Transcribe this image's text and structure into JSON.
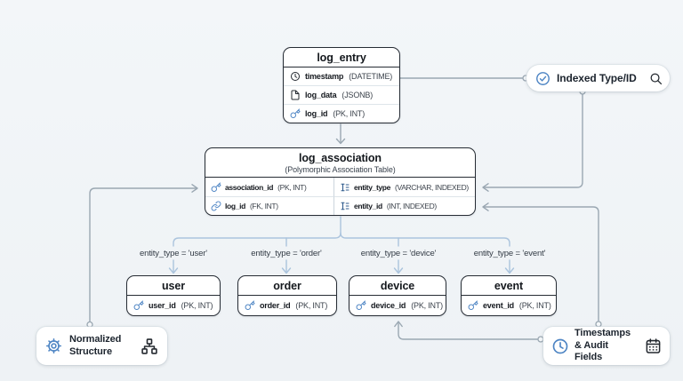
{
  "tables": {
    "log_entry": {
      "title": "log_entry",
      "fields": [
        {
          "icon": "clock-icon",
          "name": "timestamp",
          "type": "(DATETIME)"
        },
        {
          "icon": "file-icon",
          "name": "log_data",
          "type": "(JSONB)"
        },
        {
          "icon": "key-icon",
          "name": "log_id",
          "type": "(PK, INT)"
        }
      ]
    },
    "log_association": {
      "title": "log_association",
      "subtitle": "(Polymorphic Association Table)",
      "fields": [
        {
          "icon": "key-icon",
          "name": "association_id",
          "type": "(PK, INT)"
        },
        {
          "icon": "index-icon",
          "name": "entity_type",
          "type": "(VARCHAR, INDEXED)"
        },
        {
          "icon": "link-icon",
          "name": "log_id",
          "type": "(FK, INT)"
        },
        {
          "icon": "index-icon",
          "name": "entity_id",
          "type": "(INT, INDEXED)"
        }
      ]
    },
    "user": {
      "title": "user",
      "fields": [
        {
          "icon": "key-icon",
          "name": "user_id",
          "type": "(PK, INT)"
        }
      ]
    },
    "order": {
      "title": "order",
      "fields": [
        {
          "icon": "key-icon",
          "name": "order_id",
          "type": "(PK, INT)"
        }
      ]
    },
    "device": {
      "title": "device",
      "fields": [
        {
          "icon": "key-icon",
          "name": "device_id",
          "type": "(PK, INT)"
        }
      ]
    },
    "event": {
      "title": "event",
      "fields": [
        {
          "icon": "key-icon",
          "name": "event_id",
          "type": "(PK, INT)"
        }
      ]
    }
  },
  "edge_labels": {
    "user": "entity_type = 'user'",
    "order": "entity_type = 'order'",
    "device": "entity_type = 'device'",
    "event": "entity_type = 'event'"
  },
  "badges": {
    "indexed": {
      "label": "Indexed Type/ID",
      "left_icon": "check-circle-icon",
      "right_icon": "search-icon"
    },
    "normalized": {
      "label_line1": "Normalized",
      "label_line2": "Structure",
      "left_icon": "gear-icon",
      "right_icon": "hierarchy-icon"
    },
    "timestamps": {
      "label_line1": "Timestamps",
      "label_line2": "& Audit Fields",
      "left_icon": "clock-icon",
      "right_icon": "calendar-icon"
    }
  },
  "colors": {
    "background": "#eef2f5",
    "table_border": "#262c34",
    "accent_blue": "#4e85c4",
    "index_icon_blue": "#2e5a8c",
    "branch_line_blue": "#abc4dd",
    "connector_gray": "#9aa7b2"
  }
}
